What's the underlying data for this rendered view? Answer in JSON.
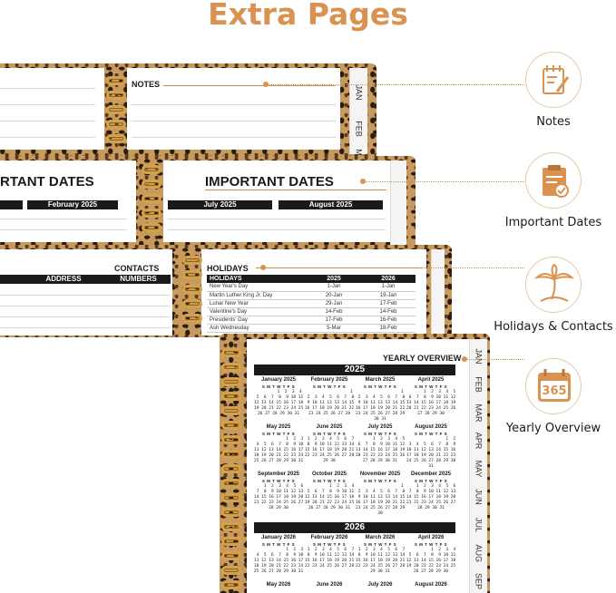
{
  "header": {
    "title": "Extra Pages"
  },
  "features": [
    {
      "label": "Notes",
      "icon": "notes-icon"
    },
    {
      "label": "Important Dates",
      "icon": "clipboard-check-icon"
    },
    {
      "label": "Holidays & Contacts",
      "icon": "palm-tree-icon"
    },
    {
      "label": "Yearly Overview",
      "icon": "calendar-365-icon",
      "icon_text": "365"
    }
  ],
  "notes_page": {
    "title": "NOTES",
    "tabs": [
      "JAN",
      "FEB",
      "M"
    ]
  },
  "important_dates_page": {
    "left_title": "RTANT DATES",
    "right_title": "IMPORTANT DATES",
    "months": [
      "February 2025",
      "July 2025",
      "August 2025"
    ]
  },
  "contacts_page": {
    "title": "CONTACTS",
    "columns": [
      "ADDRESS",
      "NUMBERS"
    ]
  },
  "holidays_page": {
    "title": "HOLIDAYS",
    "columns": [
      "HOLIDAYS",
      "2025",
      "2026"
    ],
    "rows": [
      [
        "New Year's Day",
        "1-Jan",
        "1-Jan"
      ],
      [
        "Martin Luther King Jr. Day",
        "20-Jan",
        "19-Jan"
      ],
      [
        "Lunar New Year",
        "29-Jan",
        "17-Feb"
      ],
      [
        "Valentine's Day",
        "14-Feb",
        "14-Feb"
      ],
      [
        "Presidents' Day",
        "17-Feb",
        "16-Feb"
      ],
      [
        "Ash Wednesday",
        "5-Mar",
        "18-Feb"
      ]
    ]
  },
  "yearly_page": {
    "title": "YEARLY OVERVIEW",
    "tabs": [
      "JAN",
      "FEB",
      "MAR",
      "APR",
      "MAY",
      "JUN",
      "JUL",
      "AUG",
      "SEP"
    ],
    "years": [
      {
        "year": "2025",
        "months": [
          {
            "name": "January 2025",
            "weeks": [
              "         1  2  3  4",
              " 5  6  7  8  9 10 11",
              "12 13 14 15 16 17 18",
              "19 20 21 22 23 24 25",
              "26 27 28 29 30 31"
            ]
          },
          {
            "name": "February 2025",
            "weeks": [
              "                  1",
              " 2  3  4  5  6  7  8",
              " 9 10 11 12 13 14 15",
              "16 17 18 19 20 21 22",
              "23 24 25 26 27 28"
            ]
          },
          {
            "name": "March 2025",
            "weeks": [
              "                  1",
              " 2  3  4  5  6  7  8",
              " 9 10 11 12 13 14 15",
              "16 17 18 19 20 21 22",
              "23 24 25 26 27 28 29",
              "30 31"
            ]
          },
          {
            "name": "April 2025",
            "weeks": [
              "       1  2  3  4  5",
              " 6  7  8  9 10 11 12",
              "13 14 15 16 17 18 19",
              "20 21 22 23 24 25 26",
              "27 28 29 30"
            ]
          },
          {
            "name": "May 2025",
            "weeks": [
              "             1  2  3",
              " 4  5  6  7  8  9 10",
              "11 12 13 14 15 16 17",
              "18 19 20 21 22 23 24",
              "25 26 27 28 29 30 31"
            ]
          },
          {
            "name": "June 2025",
            "weeks": [
              " 1  2  3  4  5  6  7",
              " 8  9 10 11 12 13 14",
              "15 16 17 18 19 20 21",
              "22 23 24 25 26 27 28",
              "29 30"
            ]
          },
          {
            "name": "July 2025",
            "weeks": [
              "       1  2  3  4  5",
              " 6  7  8  9 10 11 12",
              "13 14 15 16 17 18 19",
              "20 21 22 23 24 25 26",
              "27 28 29 30 31"
            ]
          },
          {
            "name": "August 2025",
            "weeks": [
              "                1  2",
              " 3  4  5  6  7  8  9",
              "10 11 12 13 14 15 16",
              "17 18 19 20 21 22 23",
              "24 25 26 27 28 29 30",
              "31"
            ]
          },
          {
            "name": "September 2025",
            "weeks": [
              "    1  2  3  4  5  6",
              " 7  8  9 10 11 12 13",
              "14 15 16 17 18 19 20",
              "21 22 23 24 25 26 27",
              "28 29 30"
            ]
          },
          {
            "name": "October 2025",
            "weeks": [
              "          1  2  3  4",
              " 5  6  7  8  9 10 11",
              "12 13 14 15 16 17 18",
              "19 20 21 22 23 24 25",
              "26 27 28 29 30 31"
            ]
          },
          {
            "name": "November 2025",
            "weeks": [
              "                  1",
              " 2  3  4  5  6  7  8",
              " 9 10 11 12 13 14 15",
              "16 17 18 19 20 21 22",
              "23 24 25 26 27 28 29",
              "30"
            ]
          },
          {
            "name": "December 2025",
            "weeks": [
              "    1  2  3  4  5  6",
              " 7  8  9 10 11 12 13",
              "14 15 16 17 18 19 20",
              "21 22 23 24 25 26 27",
              "28 29 30 31"
            ]
          }
        ]
      },
      {
        "year": "2026",
        "months": [
          {
            "name": "January 2026",
            "weeks": [
              "             1  2  3",
              " 4  5  6  7  8  9 10",
              "11 12 13 14 15 16 17",
              "18 19 20 21 22 23 24",
              "25 26 27 28 29 30 31"
            ]
          },
          {
            "name": "February 2026",
            "weeks": [
              " 1  2  3  4  5  6  7",
              " 8  9 10 11 12 13 14",
              "15 16 17 18 19 20 21",
              "22 23 24 25 26 27 28"
            ]
          },
          {
            "name": "March 2026",
            "weeks": [
              " 1  2  3  4  5  6  7",
              " 8  9 10 11 12 13 14",
              "15 16 17 18 19 20 21",
              "22 23 24 25 26 27 28",
              "29 30 31"
            ]
          },
          {
            "name": "April 2026",
            "weeks": [
              "          1  2  3  4",
              " 5  6  7  8  9 10 11",
              "12 13 14 15 16 17 18",
              "19 20 21 22 23 24 25",
              "26 27 28 29 30"
            ]
          },
          {
            "name": "May 2026",
            "weeks": []
          },
          {
            "name": "June 2026",
            "weeks": []
          },
          {
            "name": "July 2026",
            "weeks": []
          },
          {
            "name": "August 2026",
            "weeks": []
          }
        ]
      }
    ],
    "dow": "S M T W T F S"
  },
  "colors": {
    "accent": "#d9924f",
    "ring": "#d4a24a",
    "dark": "#1a1a1a"
  }
}
